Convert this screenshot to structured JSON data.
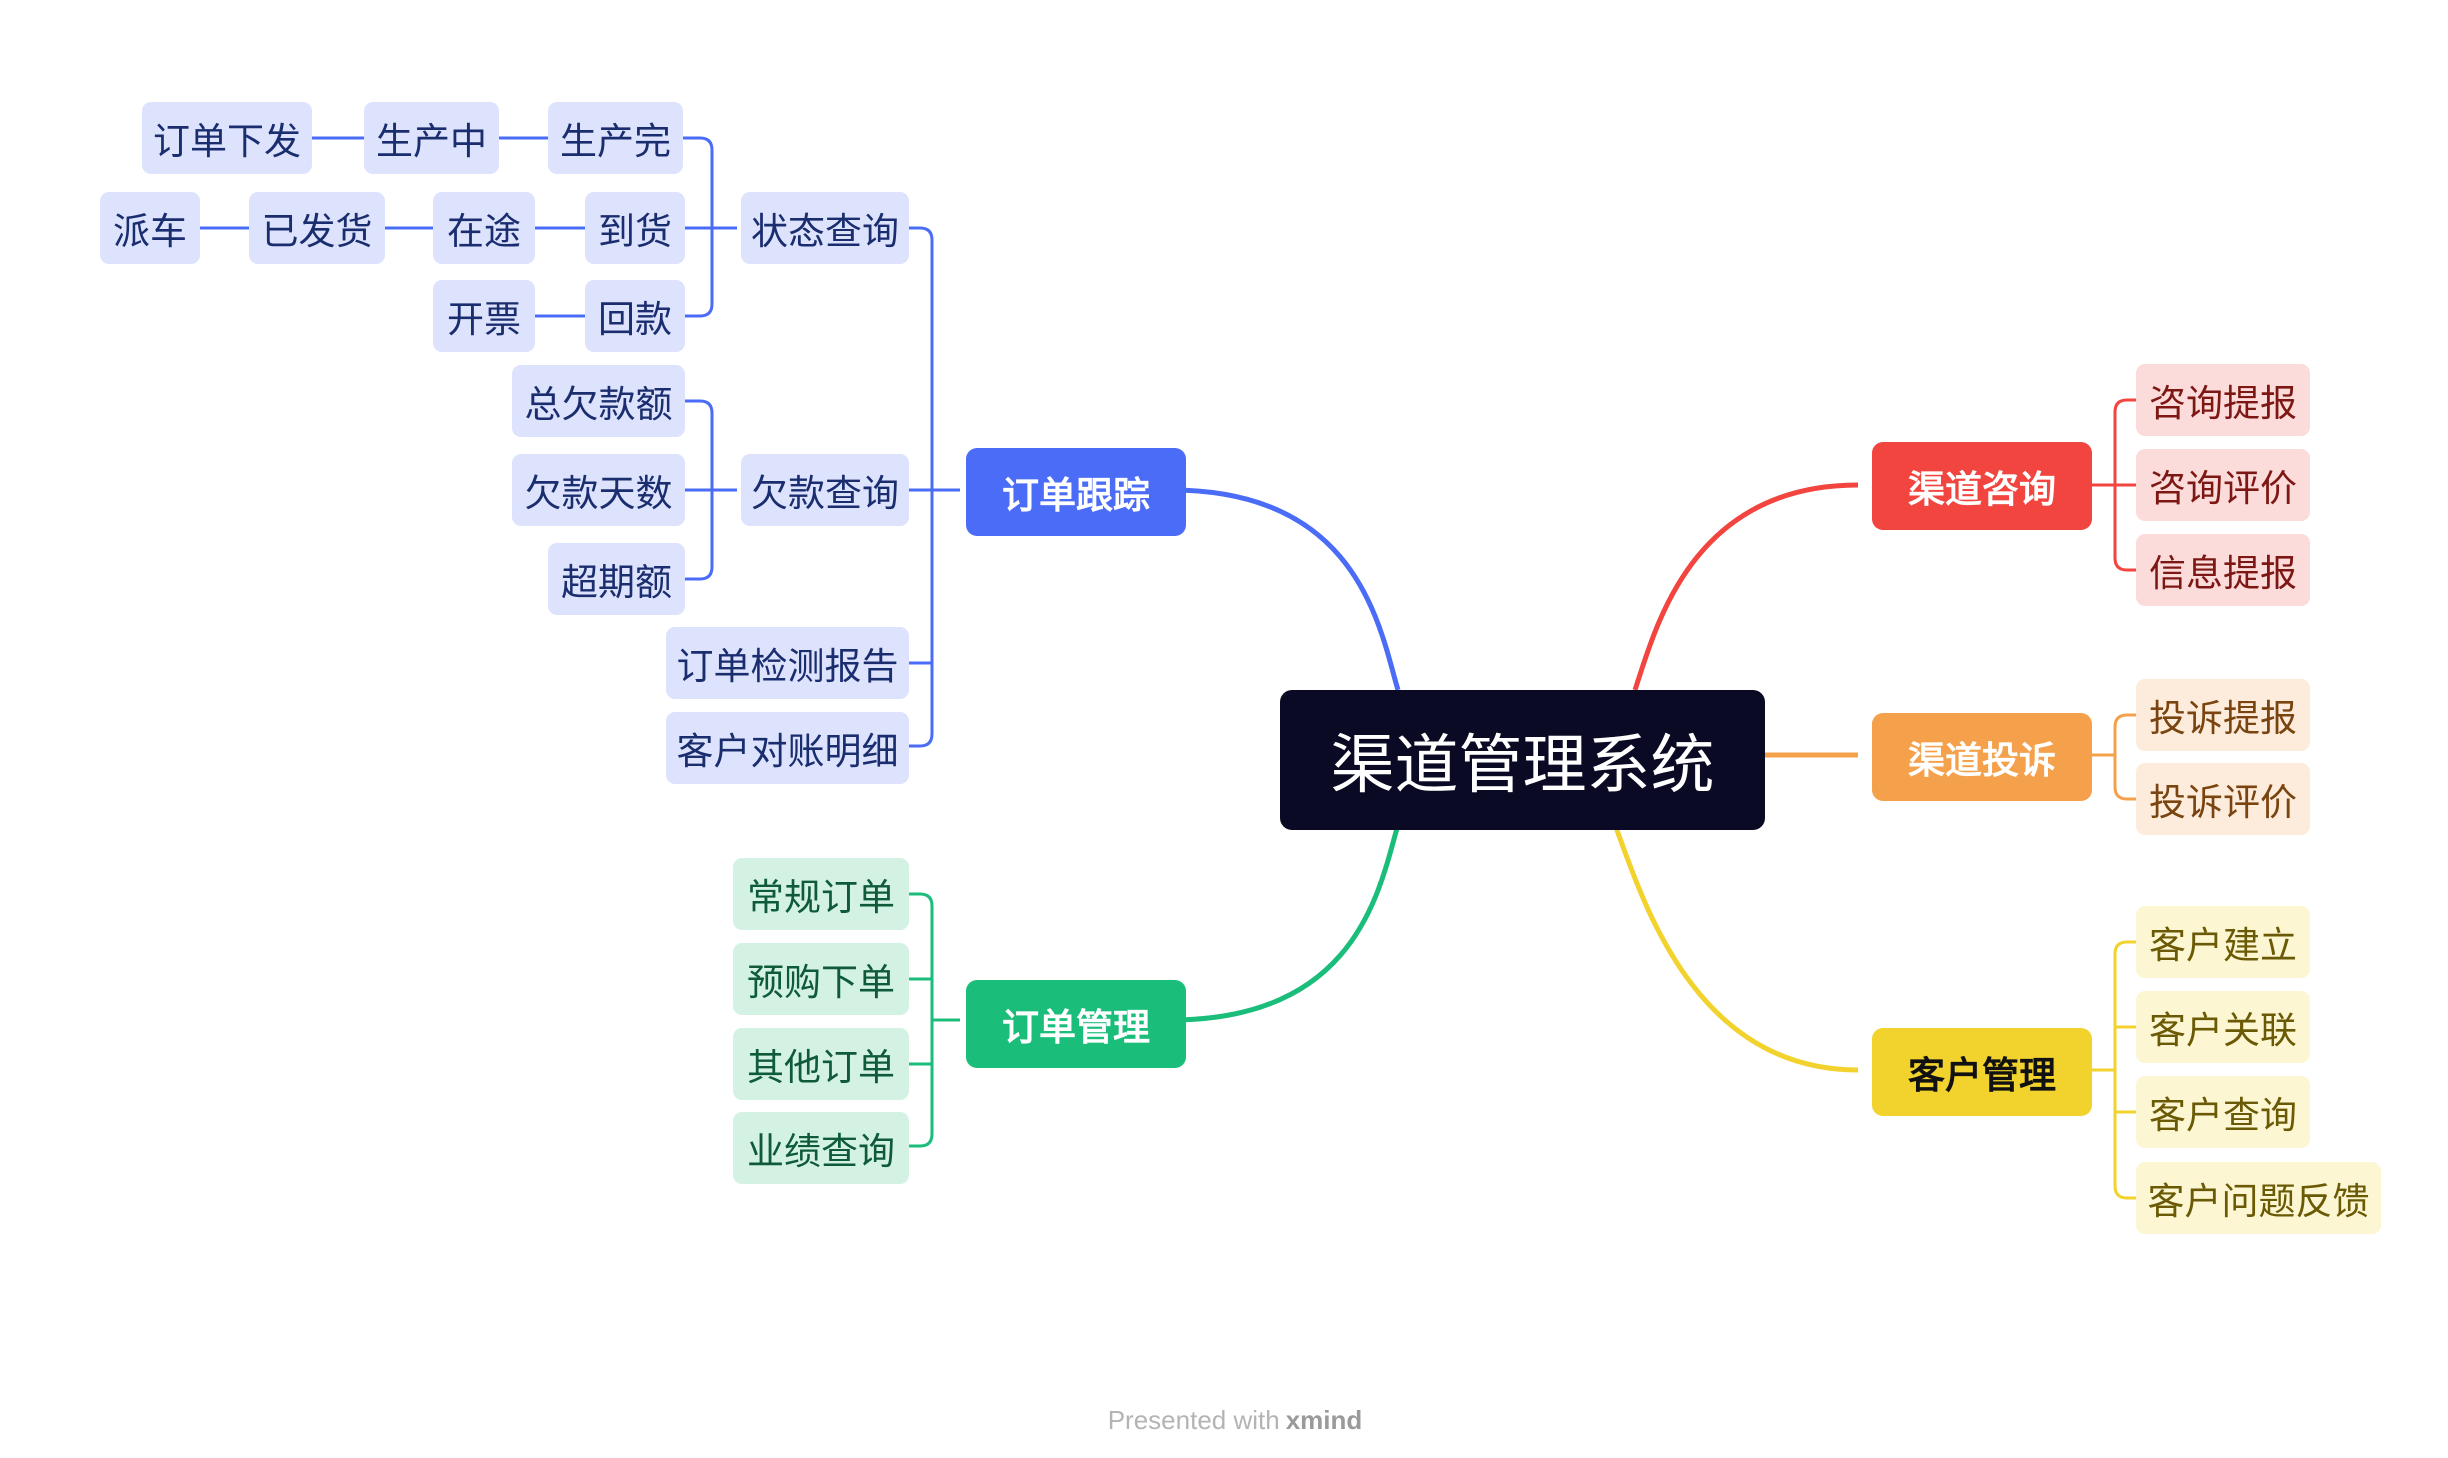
{
  "colors": {
    "root": "#0b0a24",
    "blue": "#4a6cf6",
    "green": "#1bbd7b",
    "red": "#f2453f",
    "orange": "#f5a04a",
    "yellow": "#f2d22c"
  },
  "root": {
    "label": "渠道管理系统"
  },
  "branches": {
    "order_tracking": {
      "label": "订单跟踪",
      "status_query": {
        "label": "状态查询",
        "chain1": [
          "订单下发",
          "生产中",
          "生产完"
        ],
        "chain2": [
          "派车",
          "已发货",
          "在途",
          "到货"
        ],
        "chain3": [
          "开票",
          "回款"
        ]
      },
      "arrears_query": {
        "label": "欠款查询",
        "items": [
          "总欠款额",
          "欠款天数",
          "超期额"
        ]
      },
      "inspection_report": "订单检测报告",
      "reconciliation": "客户对账明细"
    },
    "order_management": {
      "label": "订单管理",
      "items": [
        "常规订单",
        "预购下单",
        "其他订单",
        "业绩查询"
      ]
    },
    "channel_consulting": {
      "label": "渠道咨询",
      "items": [
        "咨询提报",
        "咨询评价",
        "信息提报"
      ]
    },
    "channel_complaint": {
      "label": "渠道投诉",
      "items": [
        "投诉提报",
        "投诉评价"
      ]
    },
    "customer_management": {
      "label": "客户管理",
      "items": [
        "客户建立",
        "客户关联",
        "客户查询",
        "客户问题反馈"
      ]
    }
  },
  "footer": {
    "presented": "Presented with",
    "brand": "xmind"
  }
}
